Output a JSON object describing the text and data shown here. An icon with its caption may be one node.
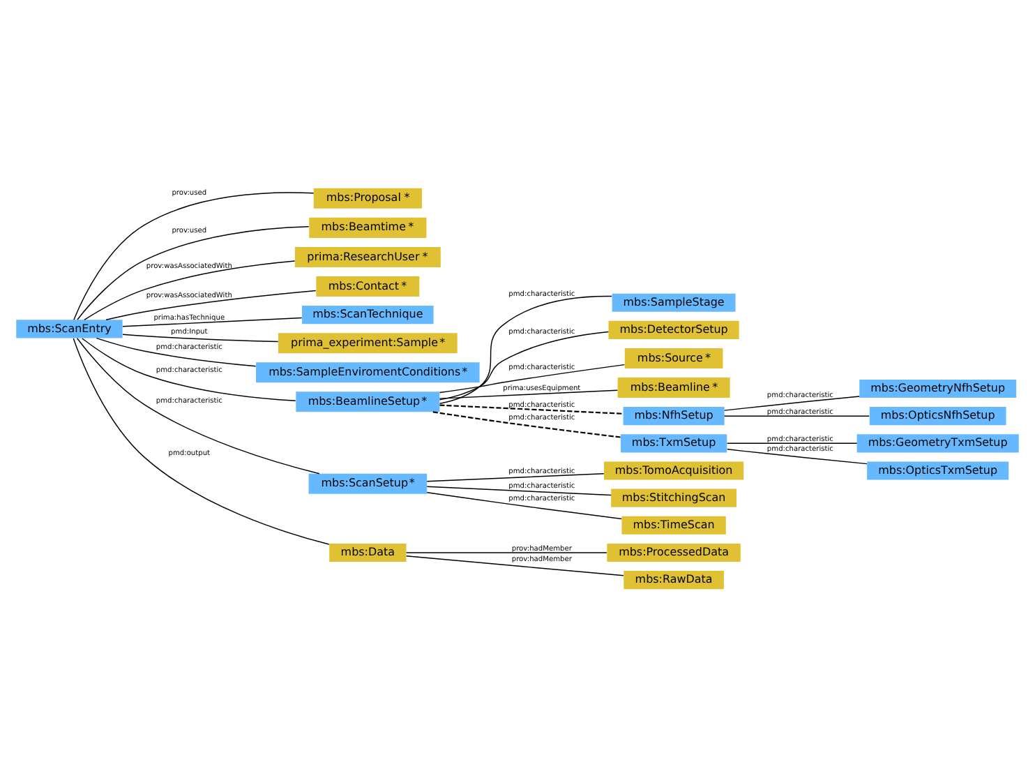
{
  "diagram": {
    "nodes": [
      {
        "text": [
          "mbs:ScanEntry"
        ]
      },
      {
        "text": [
          "mbs:Proposal",
          "*"
        ]
      },
      {
        "text": [
          "mbs:Beamtime",
          "*"
        ]
      },
      {
        "text": [
          "prima:ResearchUser",
          "*"
        ]
      },
      {
        "text": [
          "mbs:Contact",
          "*"
        ]
      },
      {
        "text": [
          "mbs:ScanTechnique"
        ]
      },
      {
        "text": [
          "prima_experiment:Sample",
          "*"
        ]
      },
      {
        "text": [
          "mbs:SampleEnviromentConditions",
          "*"
        ]
      },
      {
        "text": [
          "mbs:BeamlineSetup",
          "*"
        ]
      },
      {
        "text": [
          "mbs:SampleStage"
        ]
      },
      {
        "text": [
          "mbs:DetectorSetup"
        ]
      },
      {
        "text": [
          "mbs:Source",
          "*"
        ]
      },
      {
        "text": [
          "mbs:Beamline",
          "*"
        ]
      },
      {
        "text": [
          "mbs:NfhSetup"
        ]
      },
      {
        "text": [
          "mbs:GeometryNfhSetup"
        ]
      },
      {
        "text": [
          "mbs:OpticsNfhSetup"
        ]
      },
      {
        "text": [
          "mbs:TxmSetup"
        ]
      },
      {
        "text": [
          "mbs:GeometryTxmSetup"
        ]
      },
      {
        "text": [
          "mbs:OpticsTxmSetup"
        ]
      },
      {
        "text": [
          "mbs:ScanSetup",
          "*"
        ]
      },
      {
        "text": [
          "mbs:TomoAcquisition"
        ]
      },
      {
        "text": [
          "mbs:StitchingScan"
        ]
      },
      {
        "text": [
          "mbs:TimeScan"
        ]
      },
      {
        "text": [
          "mbs:Data"
        ]
      },
      {
        "text": [
          "mbs:ProcessedData"
        ]
      },
      {
        "text": [
          "mbs:RawData"
        ]
      }
    ],
    "edges": [
      {
        "from": 0,
        "to": 1,
        "arrow": "none",
        "label": "prov:used"
      },
      {
        "from": 0,
        "to": 2,
        "arrow": "none",
        "label": "prov:used"
      },
      {
        "from": 0,
        "to": 3,
        "arrow": "none",
        "label": "prov:wasAssociatedWith"
      },
      {
        "from": 0,
        "to": 4,
        "arrow": "none",
        "label": "prov:wasAssociatedWith"
      },
      {
        "from": 0,
        "to": 5,
        "arrow": "none",
        "label": "prima:hasTechnique"
      },
      {
        "from": 0,
        "to": 6,
        "arrow": "none",
        "label": "pmd:Input"
      },
      {
        "from": 0,
        "to": 7,
        "arrow": "none",
        "label": "pmd:characteristic"
      },
      {
        "from": 0,
        "to": 8,
        "arrow": "none",
        "label": "pmd:characteristic"
      },
      {
        "from": 8,
        "to": 9,
        "arrow": "none",
        "label": "pmd:characteristic"
      },
      {
        "from": 8,
        "to": 10,
        "arrow": "none",
        "label": "pmd:characteristic"
      },
      {
        "from": 8,
        "to": 11,
        "arrow": "none",
        "label": "pmd:characteristic"
      },
      {
        "from": 8,
        "to": 12,
        "arrow": "none",
        "label": "prima:usesEquipment"
      },
      {
        "from": 8,
        "to": 13,
        "arrow": "none",
        "label": "pmd:characteristic",
        "style": "dashed"
      },
      {
        "from": 13,
        "to": 14,
        "arrow": "none",
        "label": "pmd:characteristic"
      },
      {
        "from": 13,
        "to": 15,
        "arrow": "none",
        "label": "pmd:characteristic"
      },
      {
        "from": 8,
        "to": 16,
        "arrow": "none",
        "label": "pmd:characteristic",
        "style": "dashed"
      },
      {
        "from": 16,
        "to": 17,
        "arrow": "none",
        "label": "pmd:characteristic"
      },
      {
        "from": 16,
        "to": 18,
        "arrow": "none",
        "label": "pmd:characteristic"
      },
      {
        "from": 0,
        "to": 19,
        "arrow": "none",
        "label": "pmd:characteristic"
      },
      {
        "from": 19,
        "to": 20,
        "arrow": "none",
        "label": "pmd:characteristic"
      },
      {
        "from": 19,
        "to": 21,
        "arrow": "none",
        "label": "pmd:characteristic"
      },
      {
        "from": 19,
        "to": 22,
        "arrow": "none",
        "label": "pmd:characteristic"
      },
      {
        "from": 0,
        "to": 23,
        "arrow": "none",
        "label": "pmd:output"
      },
      {
        "from": 23,
        "to": 24,
        "arrow": "none",
        "label": "prov:hadMember"
      },
      {
        "from": 23,
        "to": 25,
        "arrow": "none",
        "label": "prov:hadMember"
      }
    ]
  }
}
